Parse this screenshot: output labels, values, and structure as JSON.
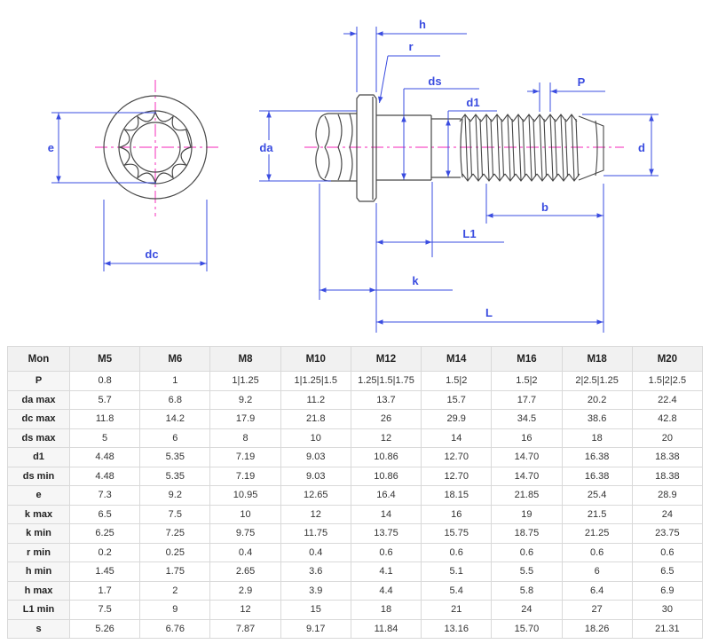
{
  "drawing": {
    "labels": {
      "e": "e",
      "dc": "dc",
      "h": "h",
      "r": "r",
      "ds": "ds",
      "d1": "d1",
      "p": "P",
      "da": "da",
      "d": "d",
      "b": "b",
      "l1": "L1",
      "k": "k",
      "l": "L"
    },
    "colors": {
      "dimension_blue": "#3a4ce0",
      "centerline_pink": "#f650c6",
      "outline_gray": "#474747"
    }
  },
  "table": {
    "columns": [
      "Mon",
      "M5",
      "M6",
      "M8",
      "M10",
      "M12",
      "M14",
      "M16",
      "M18",
      "M20"
    ],
    "rows": [
      {
        "label": "P",
        "values": [
          "0.8",
          "1",
          "1|1.25",
          "1|1.25|1.5",
          "1.25|1.5|1.75",
          "1.5|2",
          "1.5|2",
          "2|2.5|1.25",
          "1.5|2|2.5"
        ]
      },
      {
        "label": "da max",
        "values": [
          "5.7",
          "6.8",
          "9.2",
          "11.2",
          "13.7",
          "15.7",
          "17.7",
          "20.2",
          "22.4"
        ]
      },
      {
        "label": "dc max",
        "values": [
          "11.8",
          "14.2",
          "17.9",
          "21.8",
          "26",
          "29.9",
          "34.5",
          "38.6",
          "42.8"
        ]
      },
      {
        "label": "ds max",
        "values": [
          "5",
          "6",
          "8",
          "10",
          "12",
          "14",
          "16",
          "18",
          "20"
        ]
      },
      {
        "label": "d1",
        "values": [
          "4.48",
          "5.35",
          "7.19",
          "9.03",
          "10.86",
          "12.70",
          "14.70",
          "16.38",
          "18.38"
        ]
      },
      {
        "label": "ds min",
        "values": [
          "4.48",
          "5.35",
          "7.19",
          "9.03",
          "10.86",
          "12.70",
          "14.70",
          "16.38",
          "18.38"
        ]
      },
      {
        "label": "e",
        "values": [
          "7.3",
          "9.2",
          "10.95",
          "12.65",
          "16.4",
          "18.15",
          "21.85",
          "25.4",
          "28.9"
        ]
      },
      {
        "label": "k max",
        "values": [
          "6.5",
          "7.5",
          "10",
          "12",
          "14",
          "16",
          "19",
          "21.5",
          "24"
        ]
      },
      {
        "label": "k min",
        "values": [
          "6.25",
          "7.25",
          "9.75",
          "11.75",
          "13.75",
          "15.75",
          "18.75",
          "21.25",
          "23.75"
        ]
      },
      {
        "label": "r min",
        "values": [
          "0.2",
          "0.25",
          "0.4",
          "0.4",
          "0.6",
          "0.6",
          "0.6",
          "0.6",
          "0.6"
        ]
      },
      {
        "label": "h min",
        "values": [
          "1.45",
          "1.75",
          "2.65",
          "3.6",
          "4.1",
          "5.1",
          "5.5",
          "6",
          "6.5"
        ]
      },
      {
        "label": "h max",
        "values": [
          "1.7",
          "2",
          "2.9",
          "3.9",
          "4.4",
          "5.4",
          "5.8",
          "6.4",
          "6.9"
        ]
      },
      {
        "label": "L1 min",
        "values": [
          "7.5",
          "9",
          "12",
          "15",
          "18",
          "21",
          "24",
          "27",
          "30"
        ]
      },
      {
        "label": "s",
        "values": [
          "5.26",
          "6.76",
          "7.87",
          "9.17",
          "11.84",
          "13.16",
          "15.70",
          "18.26",
          "21.31"
        ]
      }
    ]
  }
}
